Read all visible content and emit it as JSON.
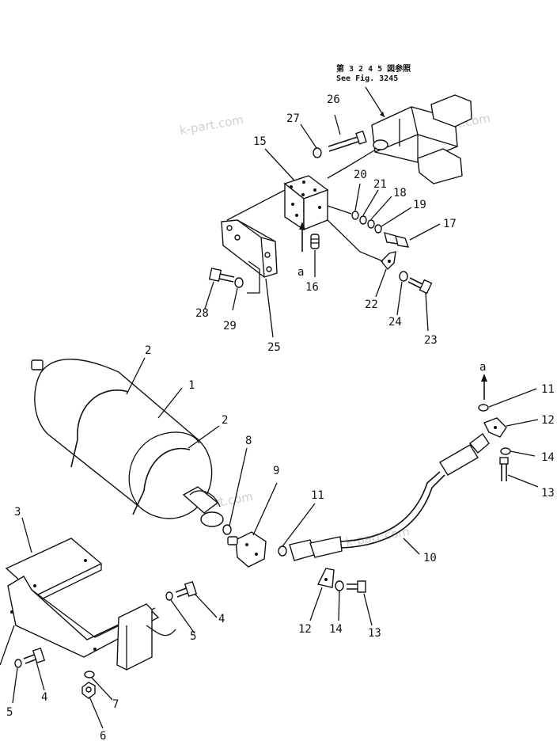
{
  "reference": {
    "line1": "第 3 2 4 5 図参照",
    "line2": "See Fig. 3245"
  },
  "watermark": "k-part.com",
  "view_marker": "a",
  "callouts": {
    "c1": "1",
    "c2a": "2",
    "c2b": "2",
    "c3": "3",
    "c4a": "4",
    "c4b": "4",
    "c5a": "5",
    "c5b": "5",
    "c6": "6",
    "c7": "7",
    "c8": "8",
    "c9": "9",
    "c10": "10",
    "c11a": "11",
    "c11b": "11",
    "c12a": "12",
    "c12b": "12",
    "c13a": "13",
    "c13b": "13",
    "c14a": "14",
    "c14b": "14",
    "c15": "15",
    "c16": "16",
    "c17": "17",
    "c18": "18",
    "c19": "19",
    "c20": "20",
    "c21": "21",
    "c22": "22",
    "c23": "23",
    "c24": "24",
    "c25": "25",
    "c26": "26",
    "c27": "27",
    "c28": "28",
    "c29": "29"
  }
}
